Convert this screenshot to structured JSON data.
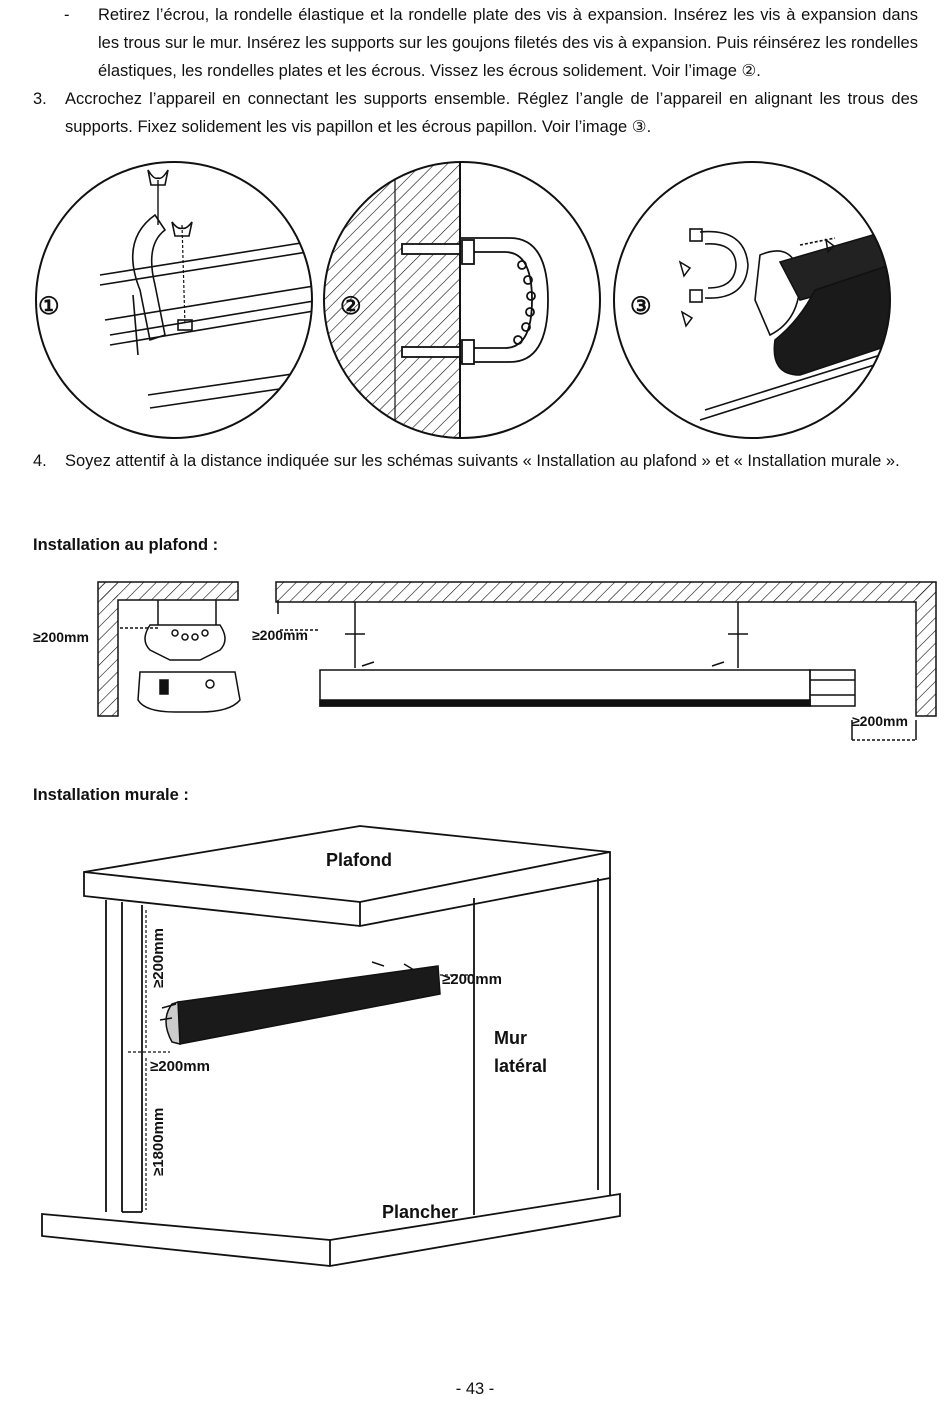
{
  "steps": {
    "dash_bullet": "-",
    "dash_text": "Retirez l’écrou, la rondelle élastique et la rondelle plate des vis à expansion. Insérez les vis à expansion dans les trous sur le mur. Insérez les supports sur les goujons filetés des vis à expansion. Puis réinsérez les rondelles élastiques, les rondelles plates et les écrous. Vissez les écrous solidement. Voir l’image ②.",
    "step3_num": "3.",
    "step3_text": "Accrochez l’appareil en connectant les supports ensemble. Réglez l’angle de l’appareil en alignant les trous des supports. Fixez solidement les vis papillon et les écrous papillon. Voir l’image ③.",
    "step4_num": "4.",
    "step4_text": "Soyez attentif à la distance indiquée sur les schémas suivants « Installation au plafond » et « Installation murale »."
  },
  "figures": {
    "circle_labels": [
      "①",
      "②",
      "③"
    ]
  },
  "ceiling": {
    "heading": "Installation au plafond :",
    "dim_left": "≥200mm",
    "dim_middle": "≥200mm",
    "dim_right": "≥200mm"
  },
  "wall": {
    "heading": "Installation murale :",
    "label_ceiling": "Plafond",
    "label_side_wall_1": "Mur",
    "label_side_wall_2": "latéral",
    "label_floor": "Plancher",
    "dim_top_vertical": "≥200mm",
    "dim_right": "≥200mm",
    "dim_left": "≥200mm",
    "dim_bottom_vertical": "≥1800mm"
  },
  "footer": {
    "page_number": "- 43 -"
  }
}
